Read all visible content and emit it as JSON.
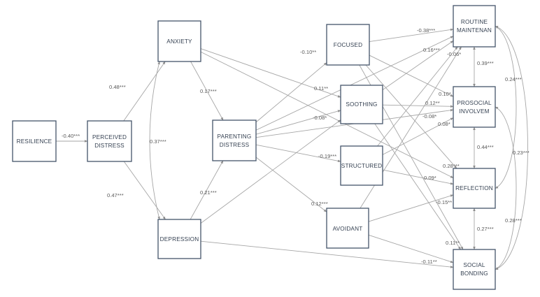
{
  "nodes": {
    "resilience": {
      "lines": [
        "RESILIENCE"
      ]
    },
    "perceived_distress": {
      "lines": [
        "PERCEIVED",
        "DISTRESS"
      ]
    },
    "anxiety": {
      "lines": [
        "ANXIETY"
      ]
    },
    "depression": {
      "lines": [
        "DEPRESSION"
      ]
    },
    "parenting_distress": {
      "lines": [
        "PARENTING",
        "DISTRESS"
      ]
    },
    "focused": {
      "lines": [
        "FOCUSED"
      ]
    },
    "soothing": {
      "lines": [
        "SOOTHING"
      ]
    },
    "structured": {
      "lines": [
        "STRUCTURED"
      ]
    },
    "avoidant": {
      "lines": [
        "AVOIDANT"
      ]
    },
    "routine": {
      "lines": [
        "ROUTINE",
        "MAINTENAN"
      ]
    },
    "prosocial": {
      "lines": [
        "PROSOCIAL",
        "INVOLVEM"
      ]
    },
    "reflection": {
      "lines": [
        "REFLECTION"
      ]
    },
    "social_bonding": {
      "lines": [
        "SOCIAL",
        "BONDING"
      ]
    }
  },
  "edges": [
    {
      "from": "resilience",
      "to": "perceived_distress",
      "label": "-0.40***"
    },
    {
      "from": "perceived_distress",
      "to": "anxiety",
      "label": "0.48***"
    },
    {
      "from": "perceived_distress",
      "to": "depression",
      "label": "0.47***"
    },
    {
      "from": "anxiety",
      "to": "depression",
      "label": "0.37***",
      "curved": true
    },
    {
      "from": "anxiety",
      "to": "parenting_distress",
      "label": "0.17***"
    },
    {
      "from": "depression",
      "to": "parenting_distress",
      "label": "0.21***"
    },
    {
      "from": "anxiety",
      "to": "soothing",
      "label": "0.11**"
    },
    {
      "from": "anxiety",
      "to": "reflection",
      "label": ""
    },
    {
      "from": "parenting_distress",
      "to": "focused",
      "label": "-0.10**"
    },
    {
      "from": "parenting_distress",
      "to": "soothing",
      "label": "-0.08*"
    },
    {
      "from": "parenting_distress",
      "to": "structured",
      "label": "-0.19***"
    },
    {
      "from": "parenting_distress",
      "to": "avoidant",
      "label": "0.12***"
    },
    {
      "from": "parenting_distress",
      "to": "routine",
      "label": ""
    },
    {
      "from": "parenting_distress",
      "to": "prosocial",
      "label": ""
    },
    {
      "from": "depression",
      "to": "soothing",
      "label": ""
    },
    {
      "from": "depression",
      "to": "social_bonding",
      "label": ""
    },
    {
      "from": "focused",
      "to": "routine",
      "label": "-0.38***"
    },
    {
      "from": "focused",
      "to": "prosocial",
      "label": "0.10*"
    },
    {
      "from": "focused",
      "to": "reflection",
      "label": "0.28***"
    },
    {
      "from": "focused",
      "to": "social_bonding",
      "label": "0.11**"
    },
    {
      "from": "soothing",
      "to": "routine",
      "label": "0.16***"
    },
    {
      "from": "soothing",
      "to": "prosocial",
      "label": "0.12**"
    },
    {
      "from": "soothing",
      "to": "social_bonding",
      "label": ""
    },
    {
      "from": "structured",
      "to": "routine",
      "label": "-0.06*"
    },
    {
      "from": "structured",
      "to": "prosocial",
      "label": "-0.08*"
    },
    {
      "from": "structured",
      "to": "reflection",
      "label": "0.09*"
    },
    {
      "from": "avoidant",
      "to": "routine",
      "label": "0.08*"
    },
    {
      "from": "avoidant",
      "to": "reflection",
      "label": "-0.15**"
    },
    {
      "from": "avoidant",
      "to": "social_bonding",
      "label": "-0.11**"
    },
    {
      "from": "routine",
      "to": "prosocial",
      "label": "0.39***"
    },
    {
      "from": "prosocial",
      "to": "reflection",
      "label": "0.44***"
    },
    {
      "from": "reflection",
      "to": "social_bonding",
      "label": "0.27***"
    },
    {
      "from": "routine",
      "to": "reflection",
      "label": "0.24***",
      "curved": true
    },
    {
      "from": "routine",
      "to": "social_bonding",
      "label": "0.23***",
      "curved": true
    },
    {
      "from": "prosocial",
      "to": "social_bonding",
      "label": "0.28***",
      "curved": true
    }
  ]
}
